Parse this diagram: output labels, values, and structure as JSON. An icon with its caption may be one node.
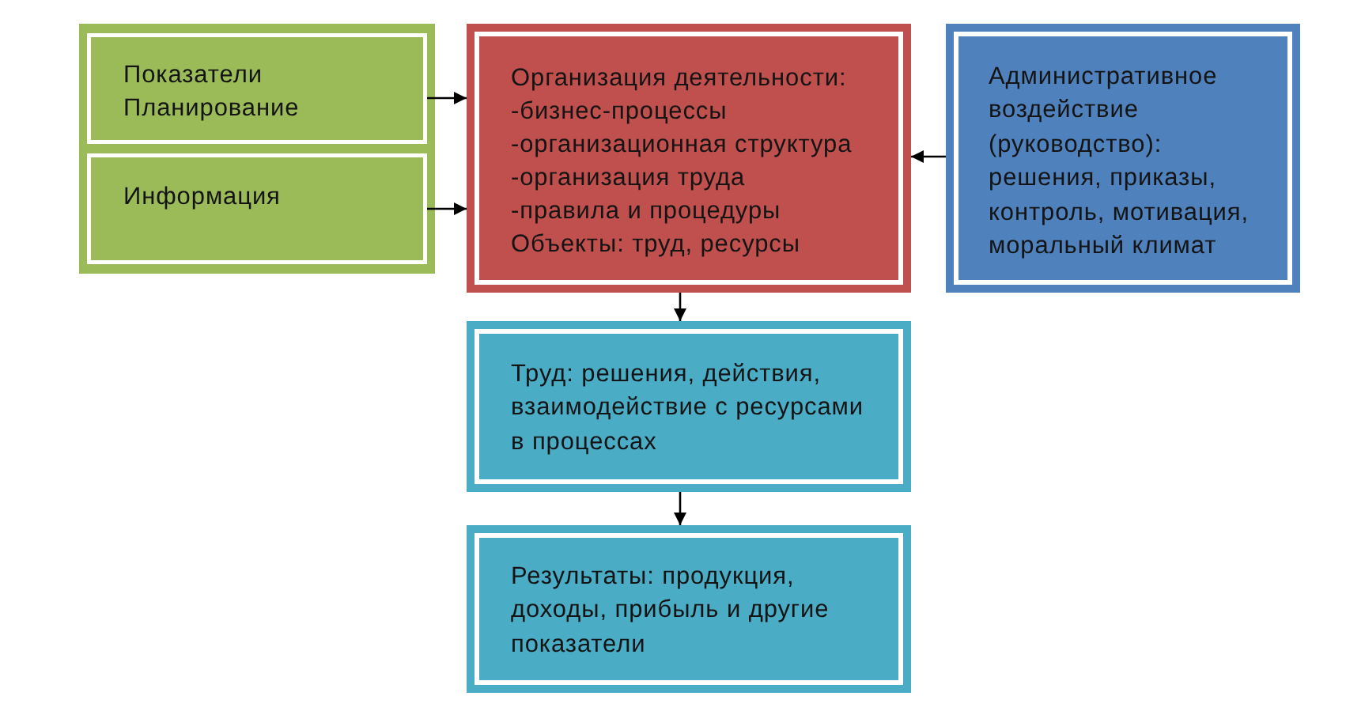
{
  "diagram": {
    "nodes": [
      {
        "text": [],
        "shape": "box"
      },
      {
        "text": [
          "Показатели",
          "Планирование"
        ],
        "in": 0
      },
      {
        "text": [
          "Информация"
        ],
        "in": 0
      },
      {
        "text": [
          "Организация деятельности:",
          "-бизнес-процессы",
          "-организационная структура",
          "-организация труда",
          "-правила и процедуры",
          "Объекты: труд, ресурсы"
        ]
      },
      {
        "text": [
          "Административное воздействие (руководство): решения, приказы, контроль, мотивация, моральный климат"
        ]
      },
      {
        "text": [
          "Труд: решения, действия, взаимодействие с ресурсами в процессах"
        ]
      },
      {
        "text": [
          "Результаты: продукция, доходы, прибыль и другие показатели"
        ]
      }
    ],
    "edges": [
      {
        "from": 1,
        "to": 3,
        "arrow": "to"
      },
      {
        "from": 2,
        "to": 3,
        "arrow": "to"
      },
      {
        "from": 4,
        "to": 3,
        "arrow": "to"
      },
      {
        "from": 3,
        "to": 5,
        "arrow": "to"
      },
      {
        "from": 5,
        "to": 6,
        "arrow": "to"
      }
    ]
  }
}
